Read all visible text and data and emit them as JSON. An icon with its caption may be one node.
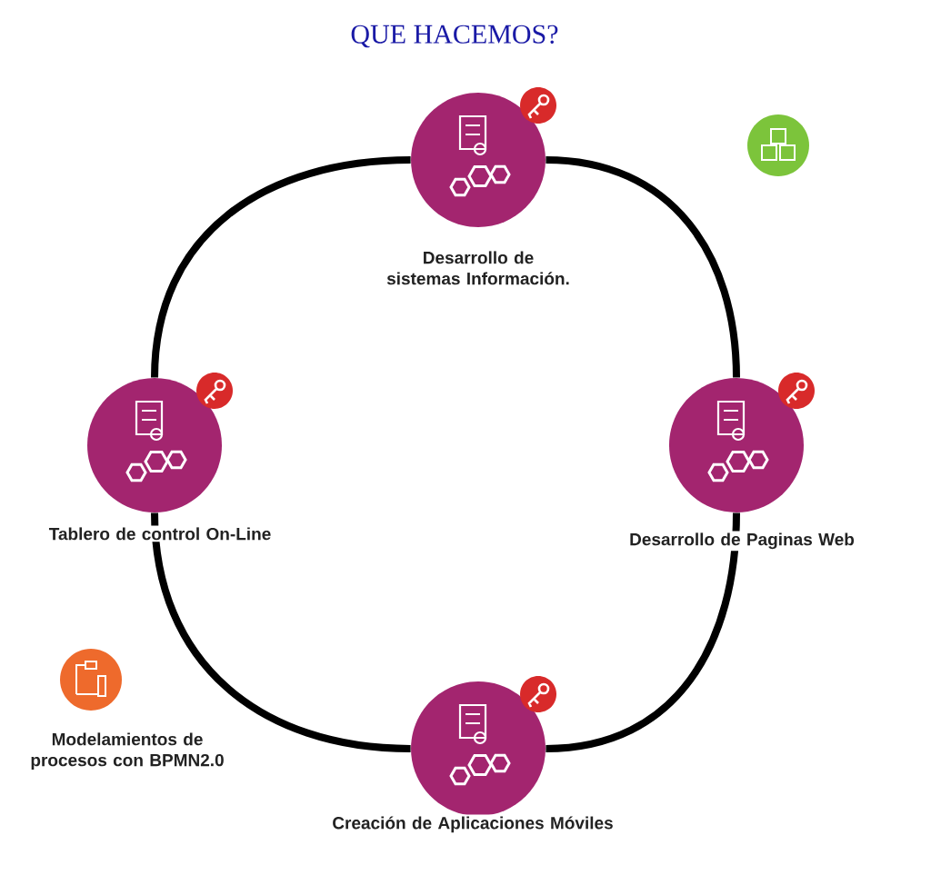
{
  "diagram": {
    "title": "QUE HACEMOS?",
    "nodes": [
      {
        "text": [
          "Desarrollo de sistemas Información."
        ]
      },
      {
        "text": [],
        "shape": "circle"
      },
      {
        "text": [
          "Tablero de control On-Line"
        ]
      },
      {
        "text": [
          "Desarrollo de Paginas Web"
        ]
      },
      {
        "text": [
          "Modelamientos de procesos con BPMN2.0"
        ]
      },
      {
        "text": [
          "Creación de Aplicaciones Móviles"
        ]
      }
    ],
    "edges": [
      {
        "from": 0,
        "to": 3,
        "arrow": "none"
      },
      {
        "from": 3,
        "to": 5,
        "arrow": "none"
      },
      {
        "from": 5,
        "to": 2,
        "arrow": "none"
      },
      {
        "from": 2,
        "to": 0,
        "arrow": "none"
      }
    ]
  }
}
